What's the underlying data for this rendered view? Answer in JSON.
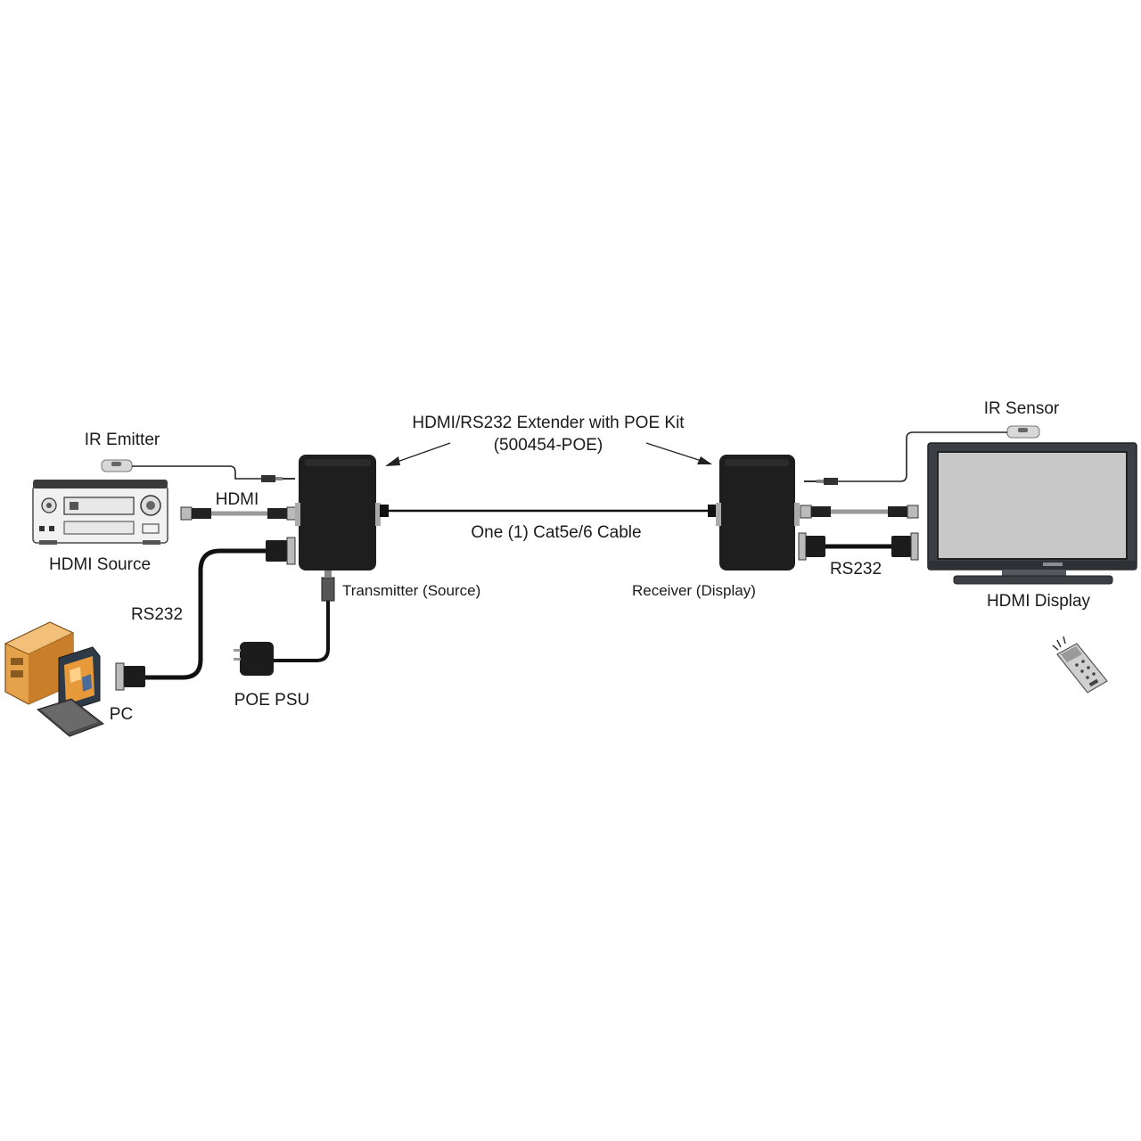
{
  "diagram": {
    "title_line1": "HDMI/RS232 Extender with POE Kit",
    "title_line2": "(500454-POE)",
    "cable_label": "One (1) Cat5e/6 Cable",
    "transmitter_label": "Transmitter (Source)",
    "receiver_label": "Receiver (Display)",
    "ir_emitter_label": "IR Emitter",
    "ir_sensor_label": "IR Sensor",
    "hdmi_label": "HDMI",
    "hdmi_source_label": "HDMI Source",
    "hdmi_display_label": "HDMI Display",
    "rs232_left_label": "RS232",
    "rs232_right_label": "RS232",
    "pc_label": "PC",
    "poe_psu_label": "POE PSU"
  },
  "colors": {
    "device_body": "#1e1e1e",
    "cable": "#111111",
    "cable_gray": "#8a8a8a",
    "screen": "#c8c8c8",
    "monitor_frame": "#3c3f44",
    "pc_case": "#e5a24a"
  }
}
